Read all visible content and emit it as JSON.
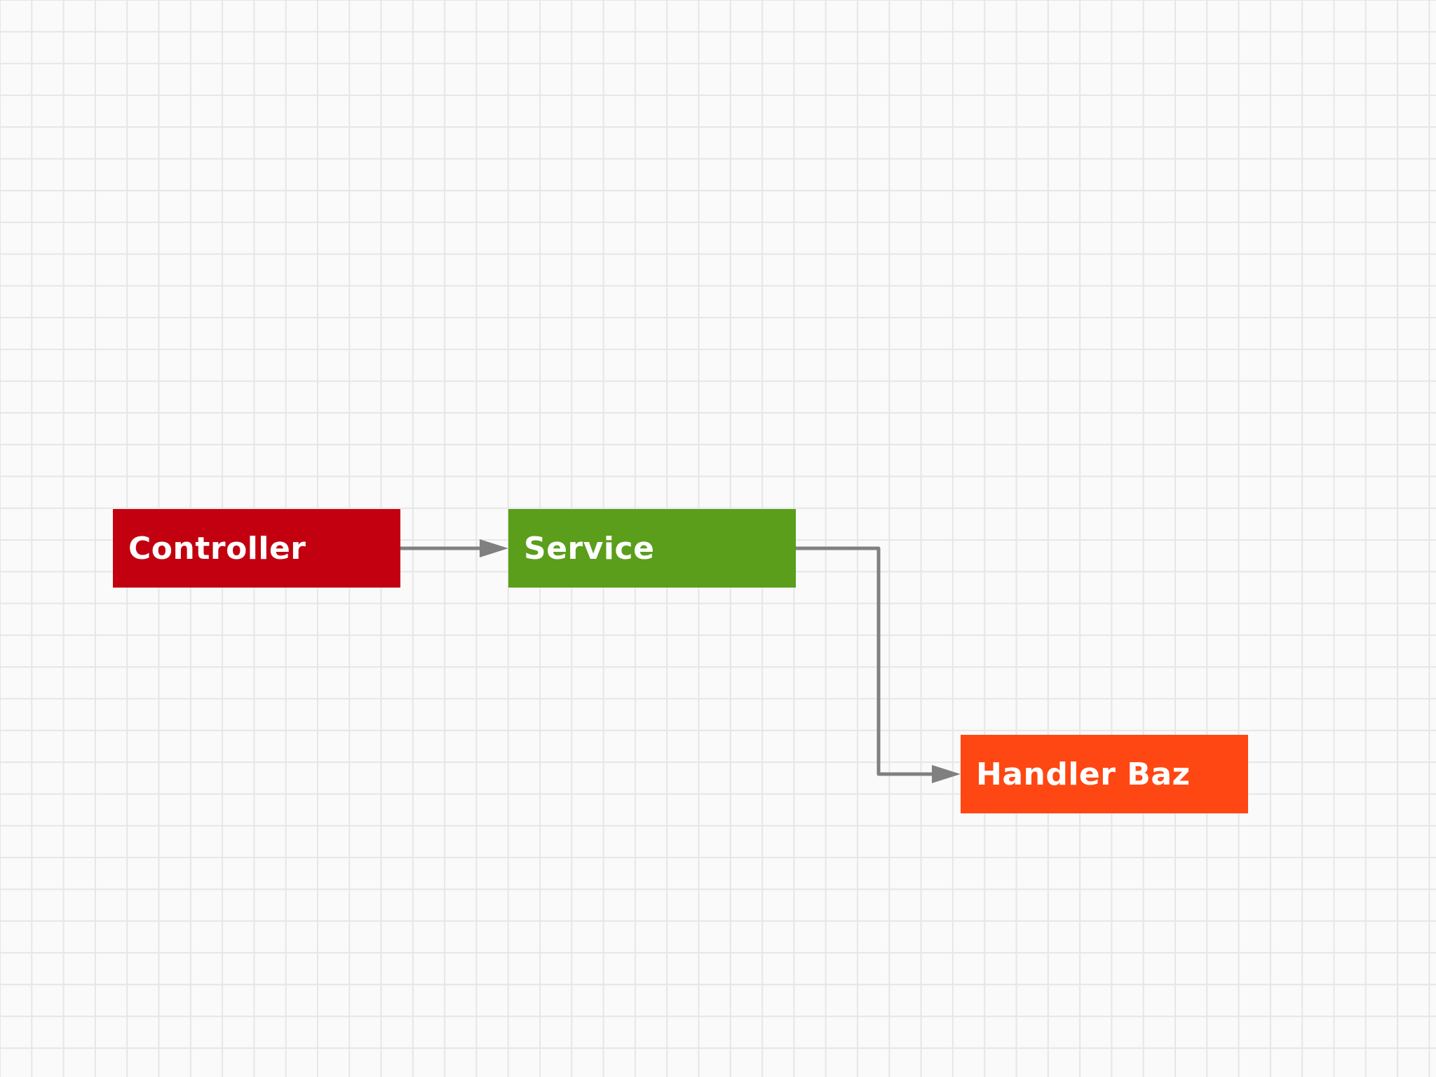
{
  "nodes": {
    "controller": {
      "label": "Controller",
      "color": "#c20010"
    },
    "service": {
      "label": "Service",
      "color": "#5a9e1b"
    },
    "handler": {
      "label": "Handler Baz",
      "color": "#ff4713"
    }
  },
  "edges": [
    {
      "from": "Controller",
      "to": "Service"
    },
    {
      "from": "Service",
      "to": "Handler Baz"
    }
  ],
  "colors": {
    "connector": "#808080"
  }
}
